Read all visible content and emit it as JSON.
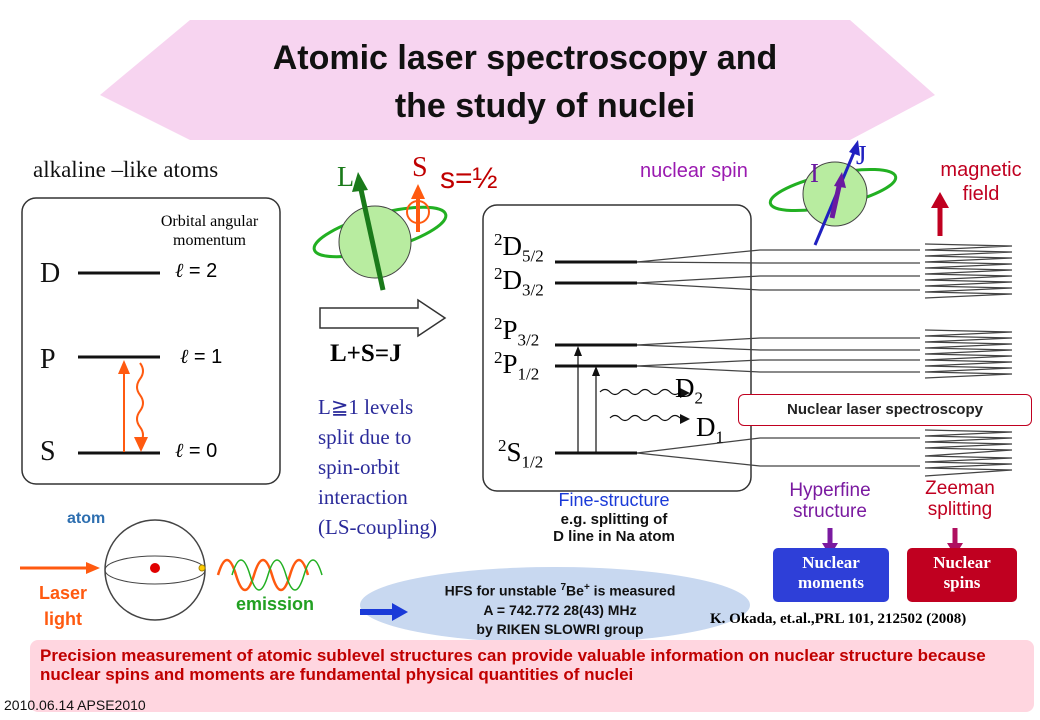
{
  "title": {
    "line1": "Atomic laser spectroscopy and",
    "line2": "the study of nuclei"
  },
  "left_panel": {
    "heading": "alkaline –like atoms",
    "orbital_label_1": "Orbital angular",
    "orbital_label_2": "momentum",
    "levels": [
      {
        "name": "D",
        "ell": "= 2"
      },
      {
        "name": "P",
        "ell": "= 1"
      },
      {
        "name": "S",
        "ell": "= 0"
      }
    ],
    "ell_symbol": "ℓ"
  },
  "spin_orbit": {
    "L": "L",
    "S": "S",
    "s_half": "s=½",
    "coupling": "L+S=J",
    "note": [
      "L≧1 levels",
      "split due to",
      "spin-orbit",
      "interaction",
      "(LS-coupling)"
    ]
  },
  "fine_structure": {
    "levels": [
      {
        "sup": "2",
        "main": "D",
        "sub": "5/2"
      },
      {
        "sup": "2",
        "main": "D",
        "sub": "3/2"
      },
      {
        "sup": "2",
        "main": "P",
        "sub": "3/2"
      },
      {
        "sup": "2",
        "main": "P",
        "sub": "1/2"
      },
      {
        "sup": "2",
        "main": "S",
        "sub": "1/2"
      }
    ],
    "d2": {
      "main": "D",
      "sub": "2"
    },
    "d1": {
      "main": "D",
      "sub": "1"
    },
    "caption1": "Fine-structure",
    "caption2": "e.g. splitting of",
    "caption3": "D line in Na atom"
  },
  "nuclear": {
    "nuclear_spin": "nuclear spin",
    "I": "I",
    "J": "J",
    "magnetic1": "magnetic",
    "magnetic2": "field",
    "laser_spec": "Nuclear laser spectroscopy",
    "hyperfine1": "Hyperfine",
    "hyperfine2": "structure",
    "zeeman1": "Zeeman",
    "zeeman2": "splitting",
    "moments1": "Nuclear",
    "moments2": "moments",
    "spins1": "Nuclear",
    "spins2": "spins",
    "reference": "K. Okada, et.al.,PRL 101, 212502 (2008)"
  },
  "atom_panel": {
    "atom": "atom",
    "laser1": "Laser",
    "laser2": "light",
    "emission": "emission"
  },
  "hfs": {
    "line1_a": "HFS for unstable ",
    "line1_sup": "7",
    "line1_b": "Be",
    "line1_sup2": "+",
    "line1_c": " is measured",
    "line2": "A = 742.772 28(43) MHz",
    "line3": "by RIKEN SLOWRI group"
  },
  "bottom_text": "Precision measurement of atomic sublevel structures can provide valuable information on nuclear structure because nuclear spins and moments are fundamental physical quantities of nuclei",
  "footer": "2010.06.14 APSE2010",
  "colors": {
    "title_banner": "#f7d4f0",
    "red_text": "#c00000",
    "blue_text": "#0070c0",
    "pill_blue": "#2e3fd8",
    "pill_red": "#c00020",
    "sphere": "#b8eca0",
    "ellipse_green": "#22b022",
    "arrow_orange": "#ff5a10",
    "hfs_ellipse": "#c8d8f0"
  }
}
